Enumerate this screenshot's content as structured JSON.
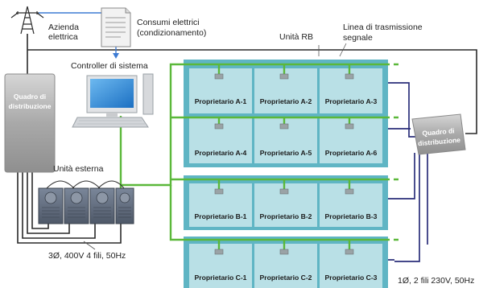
{
  "labels": {
    "utility": "Azienda elettrica",
    "consumption": "Consumi elettrici (condizionamento)",
    "rb_unit": "Unità RB",
    "signal_line": "Linea di trasmissione segnale",
    "system_controller": "Controller di sistema",
    "outdoor_unit": "Unità esterna",
    "three_phase": "3Ø, 400V 4 fili, 50Hz",
    "single_phase": "1Ø, 2 fili 230V, 50Hz"
  },
  "panels": {
    "left": "Quadro di distribuzione",
    "right": "Quadro di distribuzione"
  },
  "blocks": [
    {
      "rooms": [
        "Proprietario A-1",
        "Proprietario A-2",
        "Proprietario A-3"
      ]
    },
    {
      "rooms": [
        "Proprietario A-4",
        "Proprietario A-5",
        "Proprietario A-6"
      ]
    },
    {
      "rooms": [
        "Proprietario B-1",
        "Proprietario B-2",
        "Proprietario B-3"
      ]
    },
    {
      "rooms": [
        "Proprietario C-1",
        "Proprietario C-2",
        "Proprietario C-3"
      ]
    }
  ],
  "colors": {
    "signal_line": "#5bb83a",
    "power_line": "#2a2a2a",
    "cabling": "#2b2f7a",
    "room_fill": "#b9e0e6",
    "room_frame": "#5fb5c4",
    "utility_line": "#3d7bd4"
  }
}
